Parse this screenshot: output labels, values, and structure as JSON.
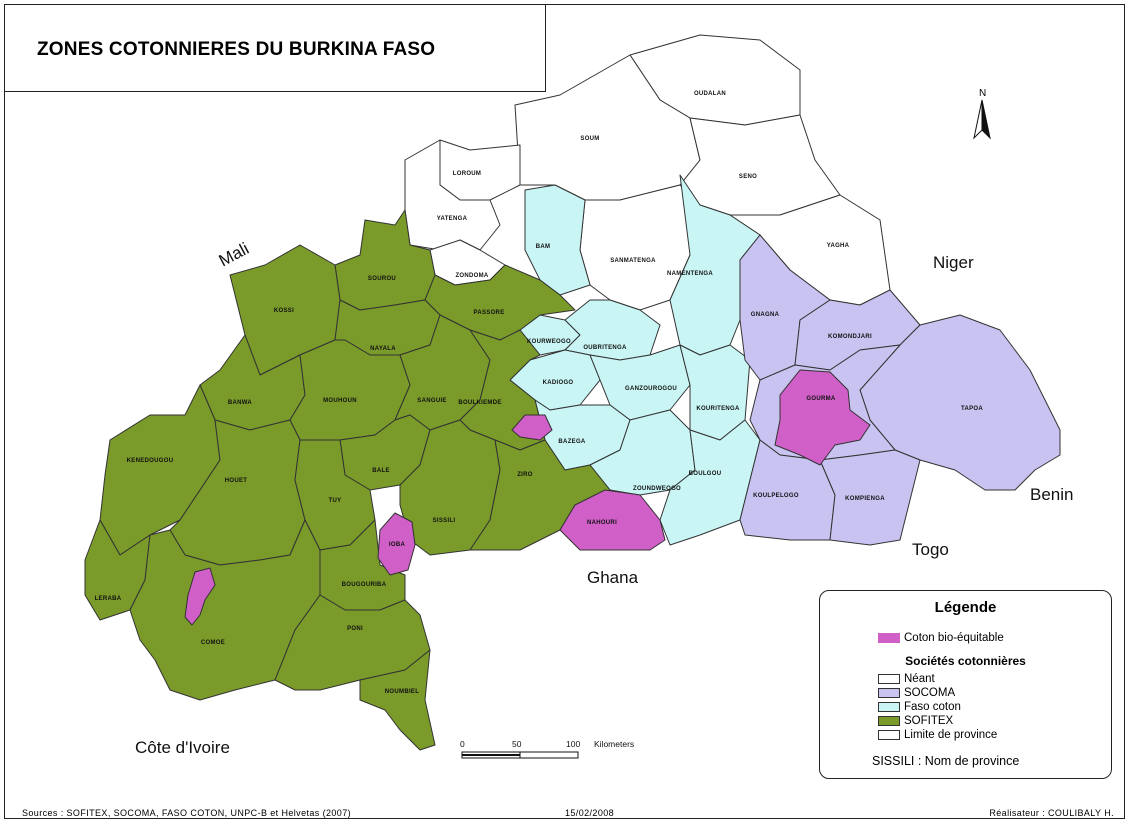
{
  "title": "ZONES COTONNIERES DU BURKINA FASO",
  "colors": {
    "neant": "#ffffff",
    "socoma": "#c9c3f1",
    "faso_coton": "#c9f5f5",
    "sofitex": "#7a9a2a",
    "bio": "#d05fc7"
  },
  "countries": {
    "mali": "Mali",
    "niger": "Niger",
    "benin": "Benin",
    "togo": "Togo",
    "ghana": "Ghana",
    "cote_ivoire": "Côte d'Ivoire"
  },
  "provinces": [
    {
      "label": "OUDALAN",
      "zone": "neant"
    },
    {
      "label": "SOUM",
      "zone": "neant"
    },
    {
      "label": "SENO",
      "zone": "neant"
    },
    {
      "label": "LOROUM",
      "zone": "neant"
    },
    {
      "label": "YATENGA",
      "zone": "neant"
    },
    {
      "label": "ZONDOMA",
      "zone": "neant"
    },
    {
      "label": "SANMATENGA",
      "zone": "neant"
    },
    {
      "label": "YAGHA",
      "zone": "neant"
    },
    {
      "label": "BAM",
      "zone": "faso_coton"
    },
    {
      "label": "NAMENTENGA",
      "zone": "faso_coton"
    },
    {
      "label": "OUBRITENGA",
      "zone": "faso_coton"
    },
    {
      "label": "KOURWEOGO",
      "zone": "faso_coton"
    },
    {
      "label": "KADIOGO",
      "zone": "faso_coton"
    },
    {
      "label": "GANZOUROGOU",
      "zone": "faso_coton"
    },
    {
      "label": "KOURITENGA",
      "zone": "faso_coton"
    },
    {
      "label": "BAZEGA",
      "zone": "faso_coton"
    },
    {
      "label": "ZOUNDWEOGO",
      "zone": "faso_coton"
    },
    {
      "label": "BOULGOU",
      "zone": "faso_coton"
    },
    {
      "label": "GNAGNA",
      "zone": "socoma"
    },
    {
      "label": "KOMONDJARI",
      "zone": "socoma"
    },
    {
      "label": "GOURMA",
      "zone": "bio"
    },
    {
      "label": "TAPOA",
      "zone": "socoma"
    },
    {
      "label": "KOULPELOGO",
      "zone": "socoma"
    },
    {
      "label": "KOMPIENGA",
      "zone": "socoma"
    },
    {
      "label": "SOUROU",
      "zone": "sofitex"
    },
    {
      "label": "KOSSI",
      "zone": "sofitex"
    },
    {
      "label": "PASSORE",
      "zone": "sofitex"
    },
    {
      "label": "NAYALA",
      "zone": "sofitex"
    },
    {
      "label": "BANWA",
      "zone": "sofitex"
    },
    {
      "label": "MOUHOUN",
      "zone": "sofitex"
    },
    {
      "label": "SANGUIE",
      "zone": "sofitex"
    },
    {
      "label": "BOULKIEMDE",
      "zone": "sofitex"
    },
    {
      "label": "KENEDOUGOU",
      "zone": "sofitex"
    },
    {
      "label": "HOUET",
      "zone": "sofitex"
    },
    {
      "label": "BALE",
      "zone": "sofitex"
    },
    {
      "label": "TUY",
      "zone": "sofitex"
    },
    {
      "label": "SISSILI",
      "zone": "sofitex"
    },
    {
      "label": "ZIRO",
      "zone": "sofitex"
    },
    {
      "label": "NAHOURI",
      "zone": "bio"
    },
    {
      "label": "IOBA",
      "zone": "bio"
    },
    {
      "label": "BOUGOURIBA",
      "zone": "sofitex"
    },
    {
      "label": "LERABA",
      "zone": "sofitex"
    },
    {
      "label": "COMOE",
      "zone": "sofitex"
    },
    {
      "label": "PONI",
      "zone": "sofitex"
    },
    {
      "label": "NOUMBIEL",
      "zone": "sofitex"
    }
  ],
  "north_arrow": "N",
  "scale_bar": {
    "ticks": [
      "0",
      "50",
      "100"
    ],
    "unit": "Kilometers"
  },
  "legend": {
    "title": "Légende",
    "bio_label": "Coton bio-équitable",
    "subtitle": "Sociétés cotonnières",
    "items": [
      {
        "label": "Néant",
        "zone": "neant"
      },
      {
        "label": "SOCOMA",
        "zone": "socoma"
      },
      {
        "label": "Faso coton",
        "zone": "faso_coton"
      },
      {
        "label": "SOFITEX",
        "zone": "sofitex"
      },
      {
        "label": "Limite de province",
        "zone": "neant"
      }
    ],
    "note": "SISSILI : Nom de province"
  },
  "footer": {
    "sources": "Sources : SOFITEX, SOCOMA, FASO COTON, UNPC-B et Helvetas (2007)",
    "date": "15/02/2008",
    "author": "Réalisateur : COULIBALY H."
  }
}
